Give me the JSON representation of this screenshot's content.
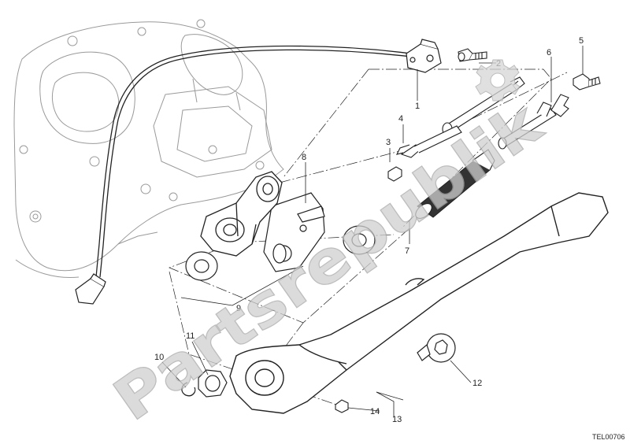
{
  "diagram": {
    "reference_code": "TEL00706",
    "watermark_text": "Partsrepublik",
    "callouts": [
      {
        "id": "c1",
        "label": "1"
      },
      {
        "id": "c2",
        "label": "2"
      },
      {
        "id": "c3",
        "label": "3"
      },
      {
        "id": "c4",
        "label": "4"
      },
      {
        "id": "c5",
        "label": "5"
      },
      {
        "id": "c6",
        "label": "6"
      },
      {
        "id": "c7",
        "label": "7"
      },
      {
        "id": "c8",
        "label": "8"
      },
      {
        "id": "c9",
        "label": "9"
      },
      {
        "id": "c10",
        "label": "10"
      },
      {
        "id": "c11",
        "label": "11"
      },
      {
        "id": "c12",
        "label": "12"
      },
      {
        "id": "c13",
        "label": "13"
      },
      {
        "id": "c14",
        "label": "14"
      }
    ]
  },
  "colors": {
    "line": "#222222",
    "light_line": "#8a8a8a",
    "watermark": "#d4d4d4",
    "spring": "#333333"
  }
}
